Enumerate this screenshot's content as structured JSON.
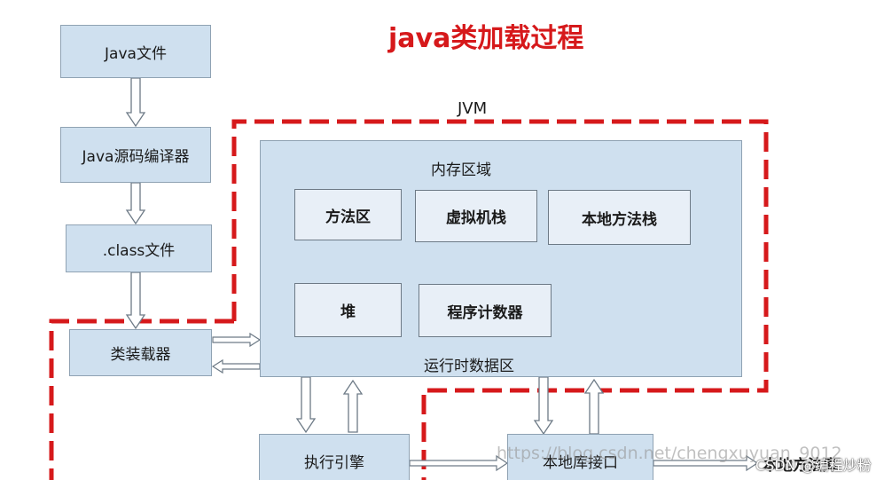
{
  "title": "java类加载过程",
  "jvm_label": "JVM",
  "outer_boxes": {
    "java_file": "Java文件",
    "compiler": "Java源码编译器",
    "class_file": ".class文件",
    "class_loader": "类装载器",
    "exec_engine": "执行引擎",
    "native_iface": "本地库接口",
    "native_lib": "本地方法库"
  },
  "runtime": {
    "memory_label": "内存区域",
    "runtime_label": "运行时数据区",
    "method_area": "方法区",
    "vm_stack": "虚拟机栈",
    "native_stack": "本地方法栈",
    "heap": "堆",
    "pc_register": "程序计数器"
  },
  "watermark": {
    "url": "https://blog.csdn.net/chengxuyuan_9012",
    "csdn": "CSDN @编程炒粉"
  },
  "colors": {
    "box_fill": "#cfe0ef",
    "inner_fill": "#e8eff7",
    "dashed_border": "#d6191b",
    "title": "#d6191b"
  }
}
